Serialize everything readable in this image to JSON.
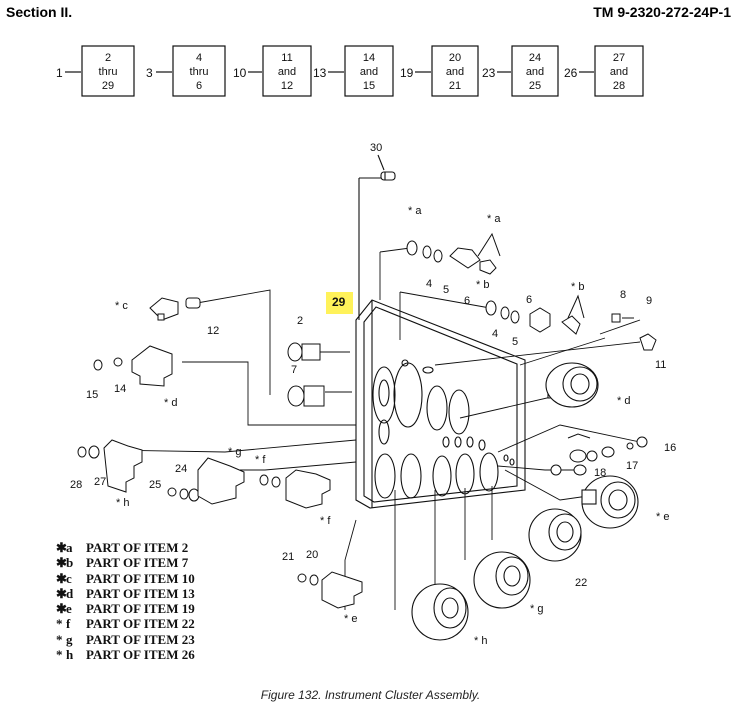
{
  "header": {
    "section": "Section II.",
    "manual": "TM 9-2320-272-24P-1"
  },
  "flow": [
    {
      "lead": "1",
      "lines": [
        "2",
        "thru",
        "29"
      ]
    },
    {
      "lead": "3",
      "lines": [
        "4",
        "thru",
        "6"
      ]
    },
    {
      "lead": "10",
      "lines": [
        "11",
        "and",
        "12"
      ]
    },
    {
      "lead": "13",
      "lines": [
        "14",
        "and",
        "15"
      ]
    },
    {
      "lead": "19",
      "lines": [
        "20",
        "and",
        "21"
      ]
    },
    {
      "lead": "23",
      "lines": [
        "24",
        "and",
        "25"
      ]
    },
    {
      "lead": "26",
      "lines": [
        "27",
        "and",
        "28"
      ]
    }
  ],
  "callouts": {
    "c30": "30",
    "c29": "29",
    "c2": "2",
    "c7": "7",
    "c12": "12",
    "c14": "14",
    "c15": "15",
    "c4a": "4",
    "c5a": "5",
    "c6a": "6",
    "c4b": "4",
    "c5b": "5",
    "c6b": "6",
    "c8": "8",
    "c9": "9",
    "c11": "11",
    "c16": "16",
    "c17": "17",
    "c18": "18",
    "c28": "28",
    "c27": "27",
    "c24": "24",
    "c25": "25",
    "c21": "21",
    "c20": "20",
    "c22": "22",
    "ka1": "* a",
    "ka2": "* a",
    "kb1": "* b",
    "kb2": "* b",
    "kc": "* c",
    "kd1": "* d",
    "kd2": "* d",
    "ke1": "* e",
    "ke2": "* e",
    "kf1": "* f",
    "kf2": "* f",
    "kg1": "* g",
    "kg2": "* g",
    "kh1": "* h",
    "kh2": "* h"
  },
  "legend": [
    {
      "star": "✱",
      "letter": "a",
      "text": "PART OF ITEM 2"
    },
    {
      "star": "✱",
      "letter": "b",
      "text": "PART OF ITEM 7"
    },
    {
      "star": "✱",
      "letter": "c",
      "text": "PART OF ITEM 10"
    },
    {
      "star": "✱",
      "letter": "d",
      "text": "PART OF ITEM 13"
    },
    {
      "star": "✱",
      "letter": "e",
      "text": "PART OF ITEM 19"
    },
    {
      "star": "*",
      "letter": "f",
      "text": "PART OF ITEM 22"
    },
    {
      "star": "*",
      "letter": "g",
      "text": "PART OF ITEM 23"
    },
    {
      "star": "*",
      "letter": "h",
      "text": "PART OF ITEM 26"
    }
  ],
  "caption": "Figure 132.  Instrument Cluster Assembly.",
  "colors": {
    "highlight": "#fff25a",
    "line": "#111111"
  }
}
